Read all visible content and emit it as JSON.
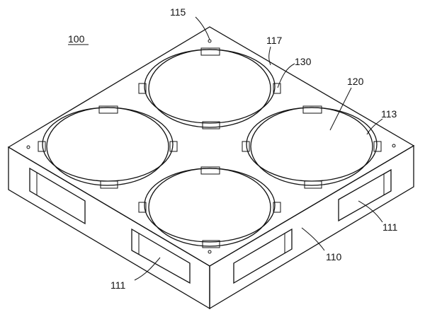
{
  "figure": {
    "reference_numerals": {
      "assembly": "100",
      "pallet_body": "110",
      "side_opening_left": "111",
      "side_opening_right": "111",
      "top_surface": "113",
      "corner_hole": "115",
      "ring_groove": "117",
      "seat_recess": "120",
      "clip": "130"
    },
    "line_color": "#111111",
    "background_color": "#ffffff"
  }
}
